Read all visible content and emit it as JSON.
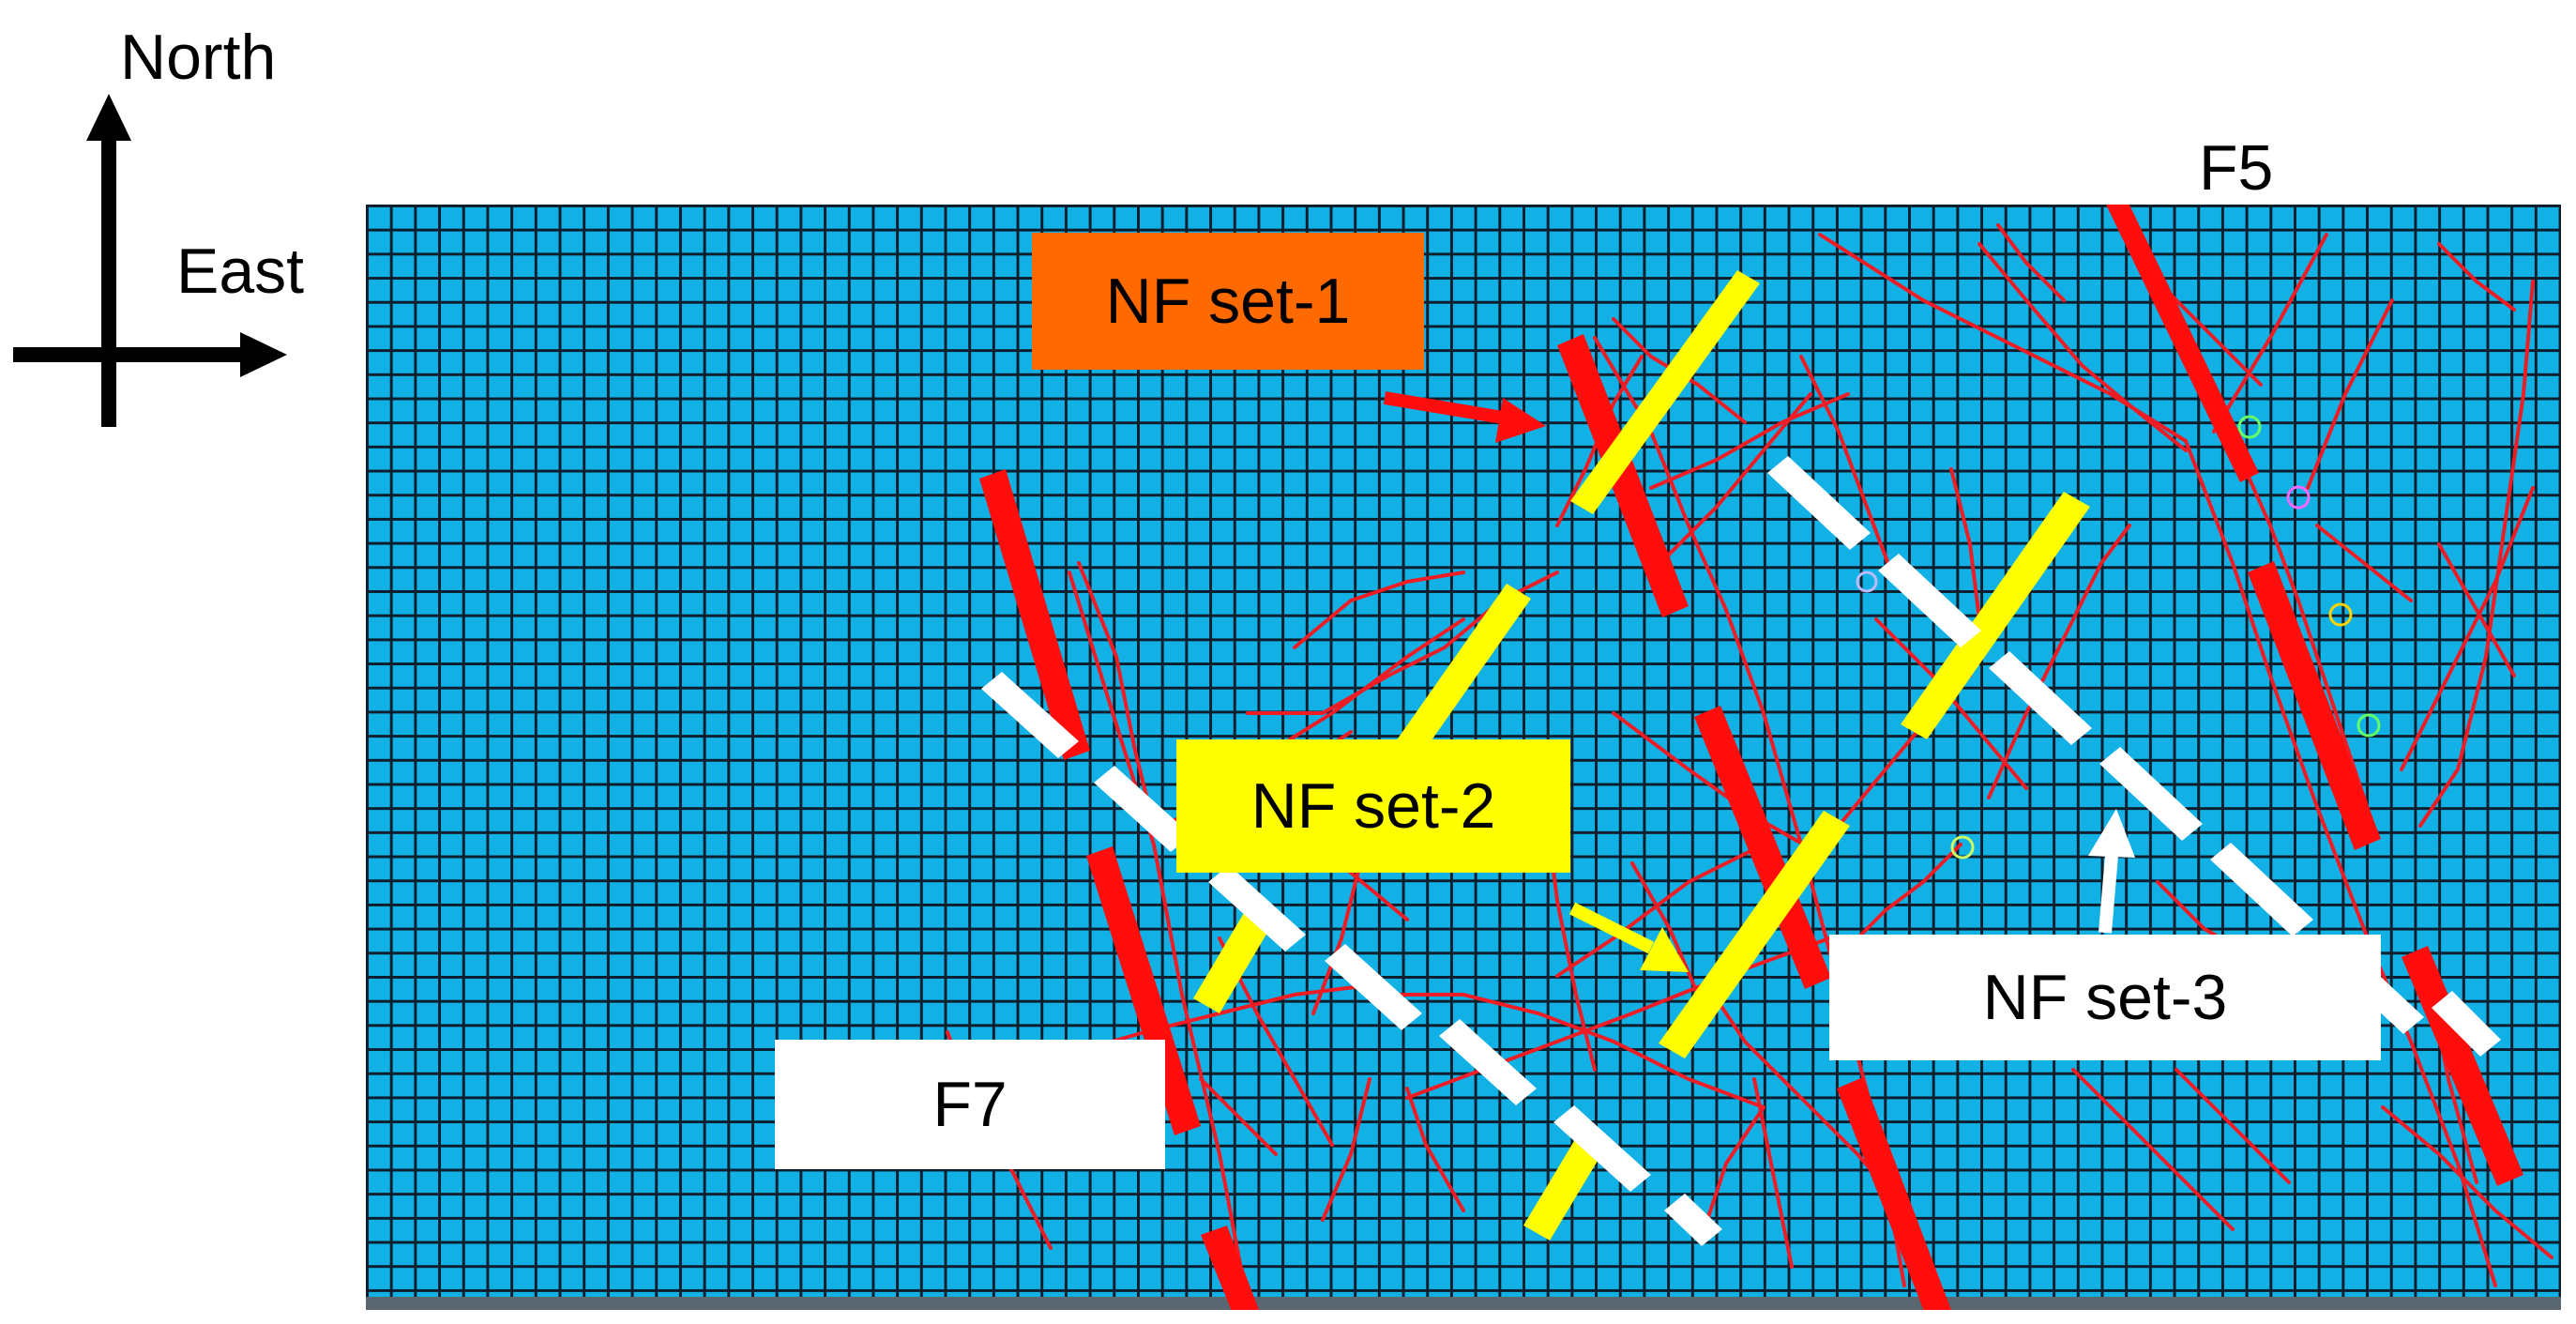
{
  "compass": {
    "north": "North",
    "east": "East"
  },
  "faults": {
    "f5": "F5",
    "f7": "F7"
  },
  "sets": {
    "set1": "NF set-1",
    "set2": "NF set-2",
    "set3": "NF set-3"
  },
  "colors": {
    "grid_fill": "#11b1e6",
    "grid_line": "#0d1f2c",
    "fault_red": "#ff0d0d",
    "nf_set2_yellow": "#ffff00",
    "nf_set3_white": "#ffffff",
    "nf_set1_label_bg": "#ff6a00"
  }
}
